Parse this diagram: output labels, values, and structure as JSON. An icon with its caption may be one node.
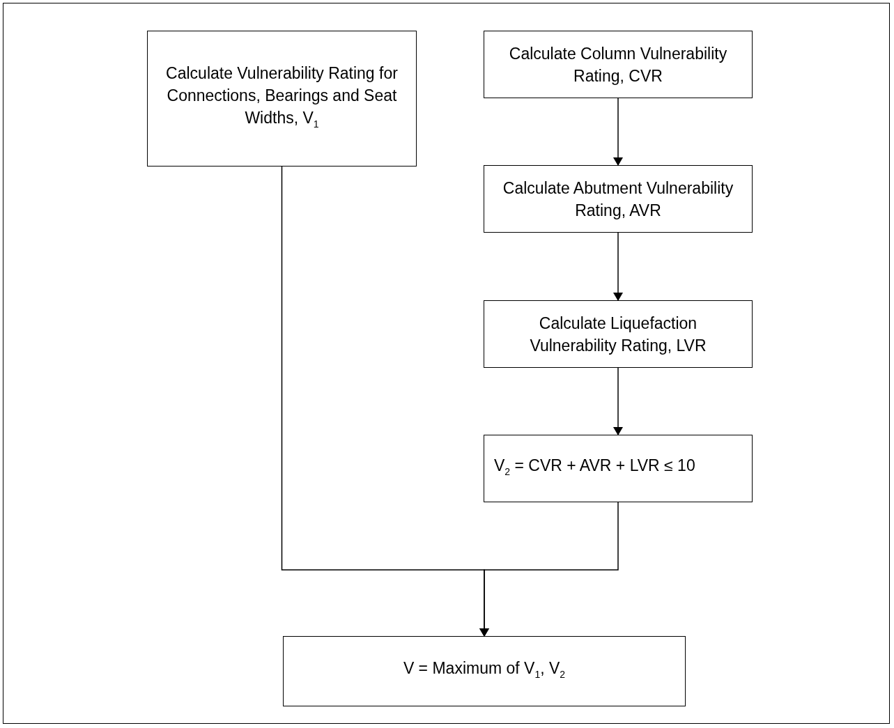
{
  "diagram": {
    "nodes": [
      {
        "text": [
          "Calculate Vulnerability Rating for Connections, Bearings and Seat Widths, V$_{1}$"
        ]
      },
      {
        "text": [
          "Calculate Column Vulnerability Rating, CVR"
        ]
      },
      {
        "text": [
          "Calculate Abutment Vulnerability Rating, AVR"
        ]
      },
      {
        "text": [
          "Calculate Liquefaction Vulnerability Rating, LVR"
        ]
      },
      {
        "text": [
          "V$_{2}$ = CVR + AVR + LVR ≤ 10"
        ]
      },
      {
        "text": [
          "V = Maximum of V$_{1}$, V$_{2}$"
        ]
      }
    ],
    "edges": [
      {
        "from": 1,
        "to": 2,
        "arrow": "to"
      },
      {
        "from": 2,
        "to": 3,
        "arrow": "to"
      },
      {
        "from": 3,
        "to": 4,
        "arrow": "to"
      },
      {
        "from": 0,
        "to": 5,
        "arrow": "to"
      },
      {
        "from": 4,
        "to": 5,
        "arrow": "to"
      }
    ]
  }
}
